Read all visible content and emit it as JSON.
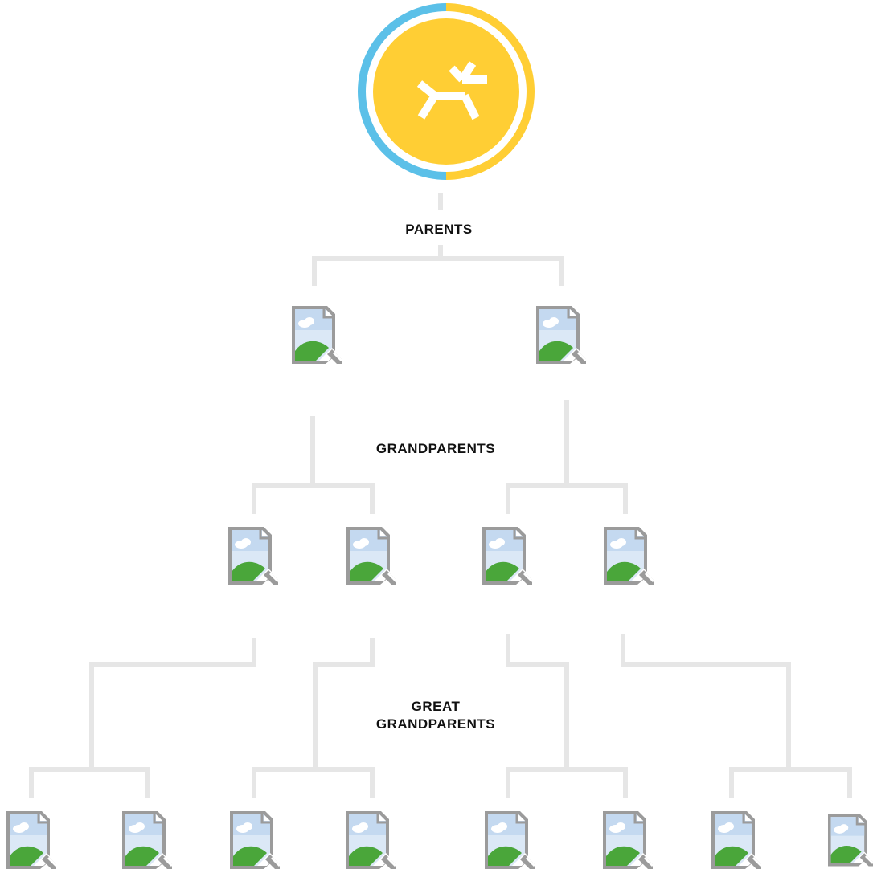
{
  "colors": {
    "logo_fill": "#FFCE34",
    "logo_ring_left": "#5BC0E8",
    "logo_ring_right": "#FFCE34",
    "logo_glyph": "#FFFFFF",
    "connector": "#E6E6E6",
    "label_text": "#111111"
  },
  "root": {
    "icon": "dna-branch-logo-icon"
  },
  "labels": {
    "parents": "PARENTS",
    "grandparents": "GRANDPARENTS",
    "great_grandparents_line1": "GREAT",
    "great_grandparents_line2": "GRANDPARENTS"
  },
  "generations": [
    {
      "label_key": "parents",
      "member_count": 2,
      "icon": "broken-image-icon"
    },
    {
      "label_key": "grandparents",
      "member_count": 4,
      "icon": "broken-image-icon"
    },
    {
      "label_key": "great_grandparents",
      "member_count": 8,
      "icon": "broken-image-icon"
    }
  ]
}
